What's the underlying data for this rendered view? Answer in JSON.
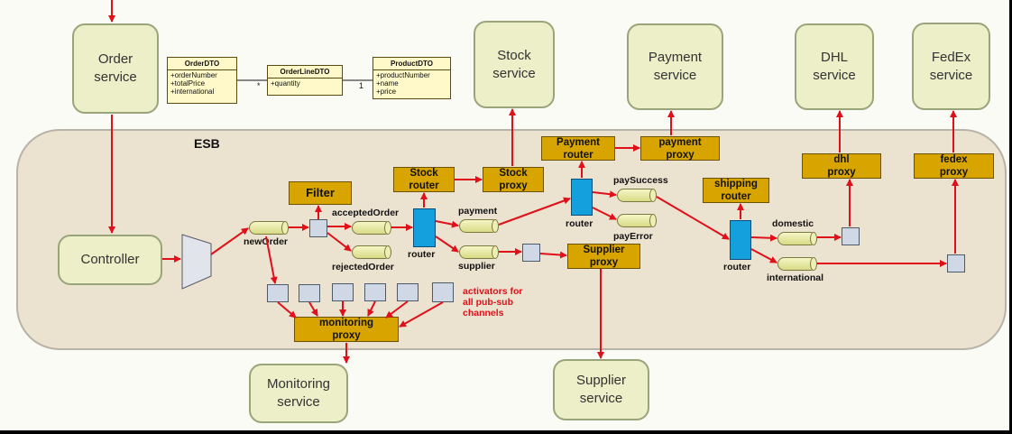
{
  "esb_label": "ESB",
  "services": {
    "order": "Order\nservice",
    "stock": "Stock\nservice",
    "payment": "Payment\nservice",
    "dhl": "DHL\nservice",
    "fedex": "FedEx\nservice",
    "controller": "Controller",
    "monitoring": "Monitoring\nservice",
    "supplier": "Supplier\nservice"
  },
  "components": {
    "filter": "Filter",
    "stock_router": "Stock\nrouter",
    "stock_proxy": "Stock\nproxy",
    "payment_router": "Payment\nrouter",
    "payment_proxy": "payment\nproxy",
    "shipping_router": "shipping\nrouter",
    "dhl_proxy": "dhl\nproxy",
    "fedex_proxy": "fedex\nproxy",
    "supplier_proxy": "Supplier\nproxy",
    "monitoring_proxy": "monitoring\nproxy"
  },
  "channels": {
    "newOrder": "newOrder",
    "acceptedOrder": "acceptedOrder",
    "rejectedOrder": "rejectedOrder",
    "payment": "payment",
    "supplier": "supplier",
    "paySuccess": "paySuccess",
    "payError": "payError",
    "domestic": "domestic",
    "international": "international",
    "router": "router"
  },
  "note": "activators for\nall pub-sub\nchannels",
  "uml": {
    "order_dto": {
      "name": "OrderDTO",
      "attrs": "+orderNumber\n+totalPrice\n+international"
    },
    "orderline_dto": {
      "name": "OrderLineDTO",
      "attrs": "+quantity"
    },
    "product_dto": {
      "name": "ProductDTO",
      "attrs": "+productNumber\n+name\n+price"
    },
    "mult_many": "*",
    "mult_one": "1"
  },
  "colors": {
    "arrow": "#e0101a",
    "component": "#d8a400",
    "router": "#14a0dc",
    "service": "#ecefc7",
    "esb": "#ece2d0"
  }
}
